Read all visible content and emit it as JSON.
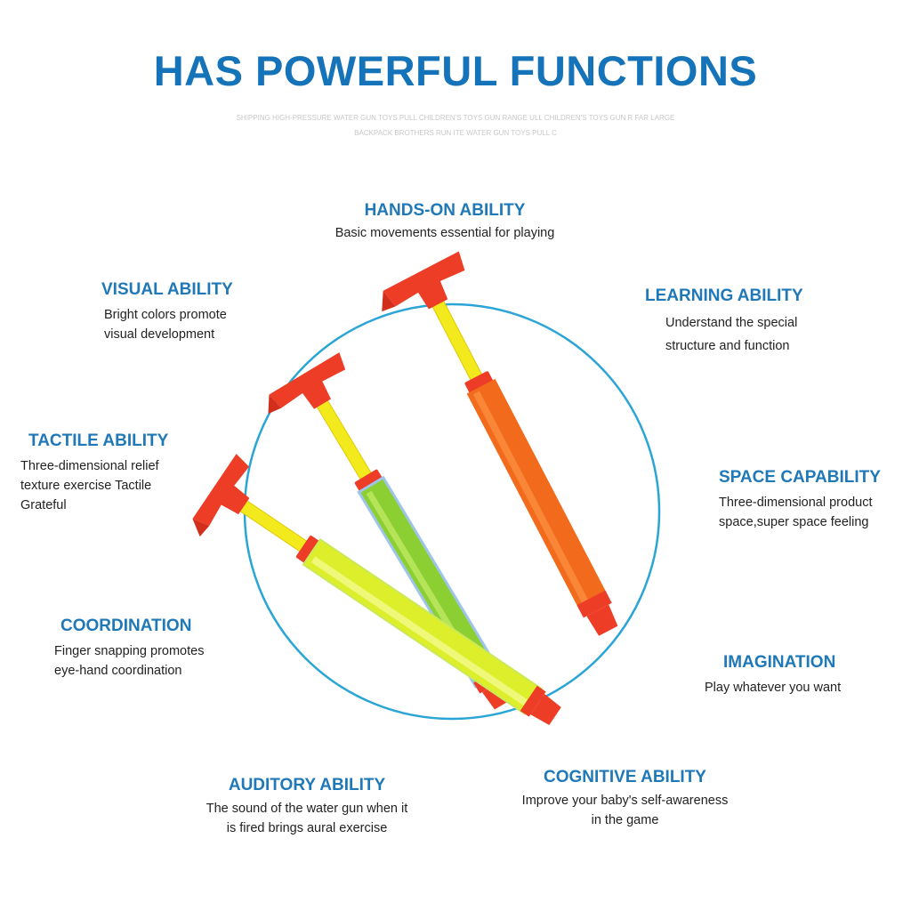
{
  "header": {
    "title": "HAS POWERFUL FUNCTIONS",
    "subtitle": "SHIPPING HIGH-PRESSURE WATER GUN TOYS PULL CHILDREN'S TOYS GUN RANGE ULL CHILDREN'S TOYS GUN R FAR LARGE BACKPACK BROTHERS RUN ITE WATER GUN TOYS PULL C"
  },
  "features": {
    "hands_on": {
      "title": "HANDS-ON ABILITY",
      "desc": "Basic movements essential for playing"
    },
    "visual": {
      "title": "VISUAL ABILITY",
      "desc_1": "Bright colors promote",
      "desc_2": "visual development"
    },
    "learning": {
      "title": "LEARNING ABILITY",
      "desc_1": "Understand the special",
      "desc_2": "structure and function"
    },
    "tactile": {
      "title": "TACTILE ABILITY",
      "desc_1": "Three-dimensional relief",
      "desc_2": "texture exercise Tactile",
      "desc_3": "Grateful"
    },
    "space": {
      "title": "SPACE CAPABILITY",
      "desc_1": "Three-dimensional product",
      "desc_2": "space,super space feeling"
    },
    "coordination": {
      "title": "COORDINATION",
      "desc_1": "Finger snapping promotes",
      "desc_2": "eye-hand coordination"
    },
    "imagination": {
      "title": "IMAGINATION",
      "desc": "Play whatever you want"
    },
    "auditory": {
      "title": "AUDITORY ABILITY",
      "desc_1": "The sound of the water gun when it",
      "desc_2": "is fired brings aural exercise"
    },
    "cognitive": {
      "title": "COGNITIVE ABILITY",
      "desc_1": "Improve your baby's self-awareness",
      "desc_2": "in the game"
    }
  },
  "colors": {
    "title_blue": "#1574b9",
    "circle_blue": "#2aa5d6",
    "handle_red": "#ee3d26",
    "plunger_yellow": "#f3ea1e",
    "tube_orange": "#f26a1b",
    "tube_green": "#8ccf33",
    "tube_lime": "#dcef2a"
  },
  "icons": [
    "water-gun-orange",
    "water-gun-green",
    "water-gun-lime"
  ]
}
